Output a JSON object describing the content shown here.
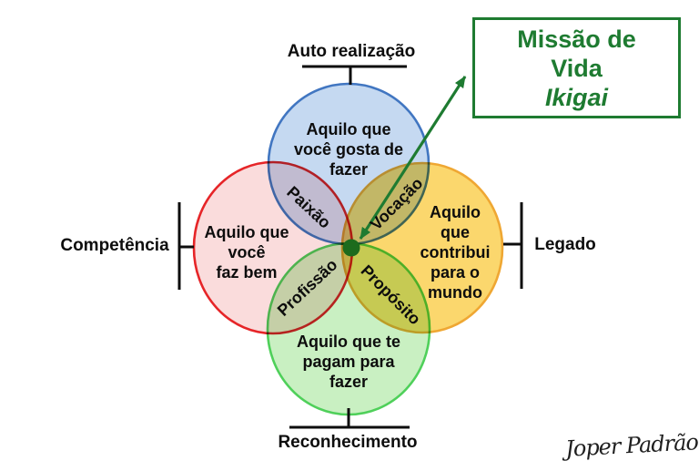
{
  "colors": {
    "blue_fill": "#c5d9f1",
    "blue_stroke": "#4176c1",
    "red_fill": "#fadcdc",
    "red_stroke": "#e62528",
    "yellow_fill": "#fbd76d",
    "yellow_stroke": "#efa733",
    "green_fill": "#c9f0c2",
    "green_stroke": "#4fd05a",
    "axis_black": "#0d0d0d",
    "accent_green": "#1e7b31",
    "dot_green": "#1d6b1d"
  },
  "circles": {
    "love": "Aquilo que\nvocê gosta de\nfazer",
    "good_at": "Aquilo que\nvocê\nfaz bem",
    "world_needs": "Aquilo\nque\ncontribui\npara o\nmundo",
    "paid_for": "Aquilo que te\npagam para\nfazer"
  },
  "intersections": {
    "passion": "Paixão",
    "vocation": "Vocação",
    "profession": "Profissão",
    "purpose": "Propósito"
  },
  "axes": {
    "top": "Auto realização",
    "left": "Competência",
    "right": "Legado",
    "bottom": "Reconhecimento"
  },
  "title_box": {
    "line1": "Missão de",
    "line2": "Vida",
    "line3": "Ikigai"
  },
  "signature": "Joper Padrão"
}
